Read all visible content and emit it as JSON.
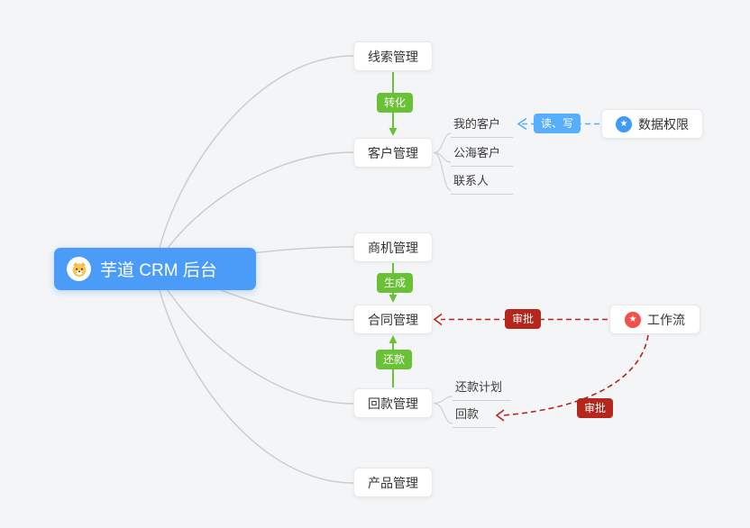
{
  "root": {
    "label": "芋道 CRM 后台"
  },
  "branches": {
    "leads": {
      "label": "线索管理"
    },
    "customers": {
      "label": "客户管理"
    },
    "opportunities": {
      "label": "商机管理"
    },
    "contracts": {
      "label": "合同管理"
    },
    "receivables": {
      "label": "回款管理"
    },
    "products": {
      "label": "产品管理"
    }
  },
  "children": {
    "my_customers": {
      "label": "我的客户"
    },
    "public_customers": {
      "label": "公海客户"
    },
    "contacts": {
      "label": "联系人"
    },
    "repayment_plan": {
      "label": "还款计划"
    },
    "receipt": {
      "label": "回款"
    }
  },
  "side_nodes": {
    "data_permission": {
      "label": "数据权限",
      "icon": "star-icon"
    },
    "workflow": {
      "label": "工作流",
      "icon": "star-icon"
    }
  },
  "edge_labels": {
    "convert": {
      "label": "转化"
    },
    "generate": {
      "label": "生成"
    },
    "repay": {
      "label": "还款"
    },
    "read_write": {
      "label": "读、写"
    },
    "approve_contract": {
      "label": "审批"
    },
    "approve_receipt": {
      "label": "审批"
    }
  },
  "colors": {
    "canvas_bg": "#f4f5f7",
    "root_bg": "#4b9cf8",
    "edge_green": "#69c235",
    "edge_blue": "#57aefb",
    "edge_red": "#b5271d",
    "connector_gray": "#c9cacc",
    "data_permission_icon_bg": "#3f9bfa",
    "workflow_icon_bg": "#f2504b"
  }
}
